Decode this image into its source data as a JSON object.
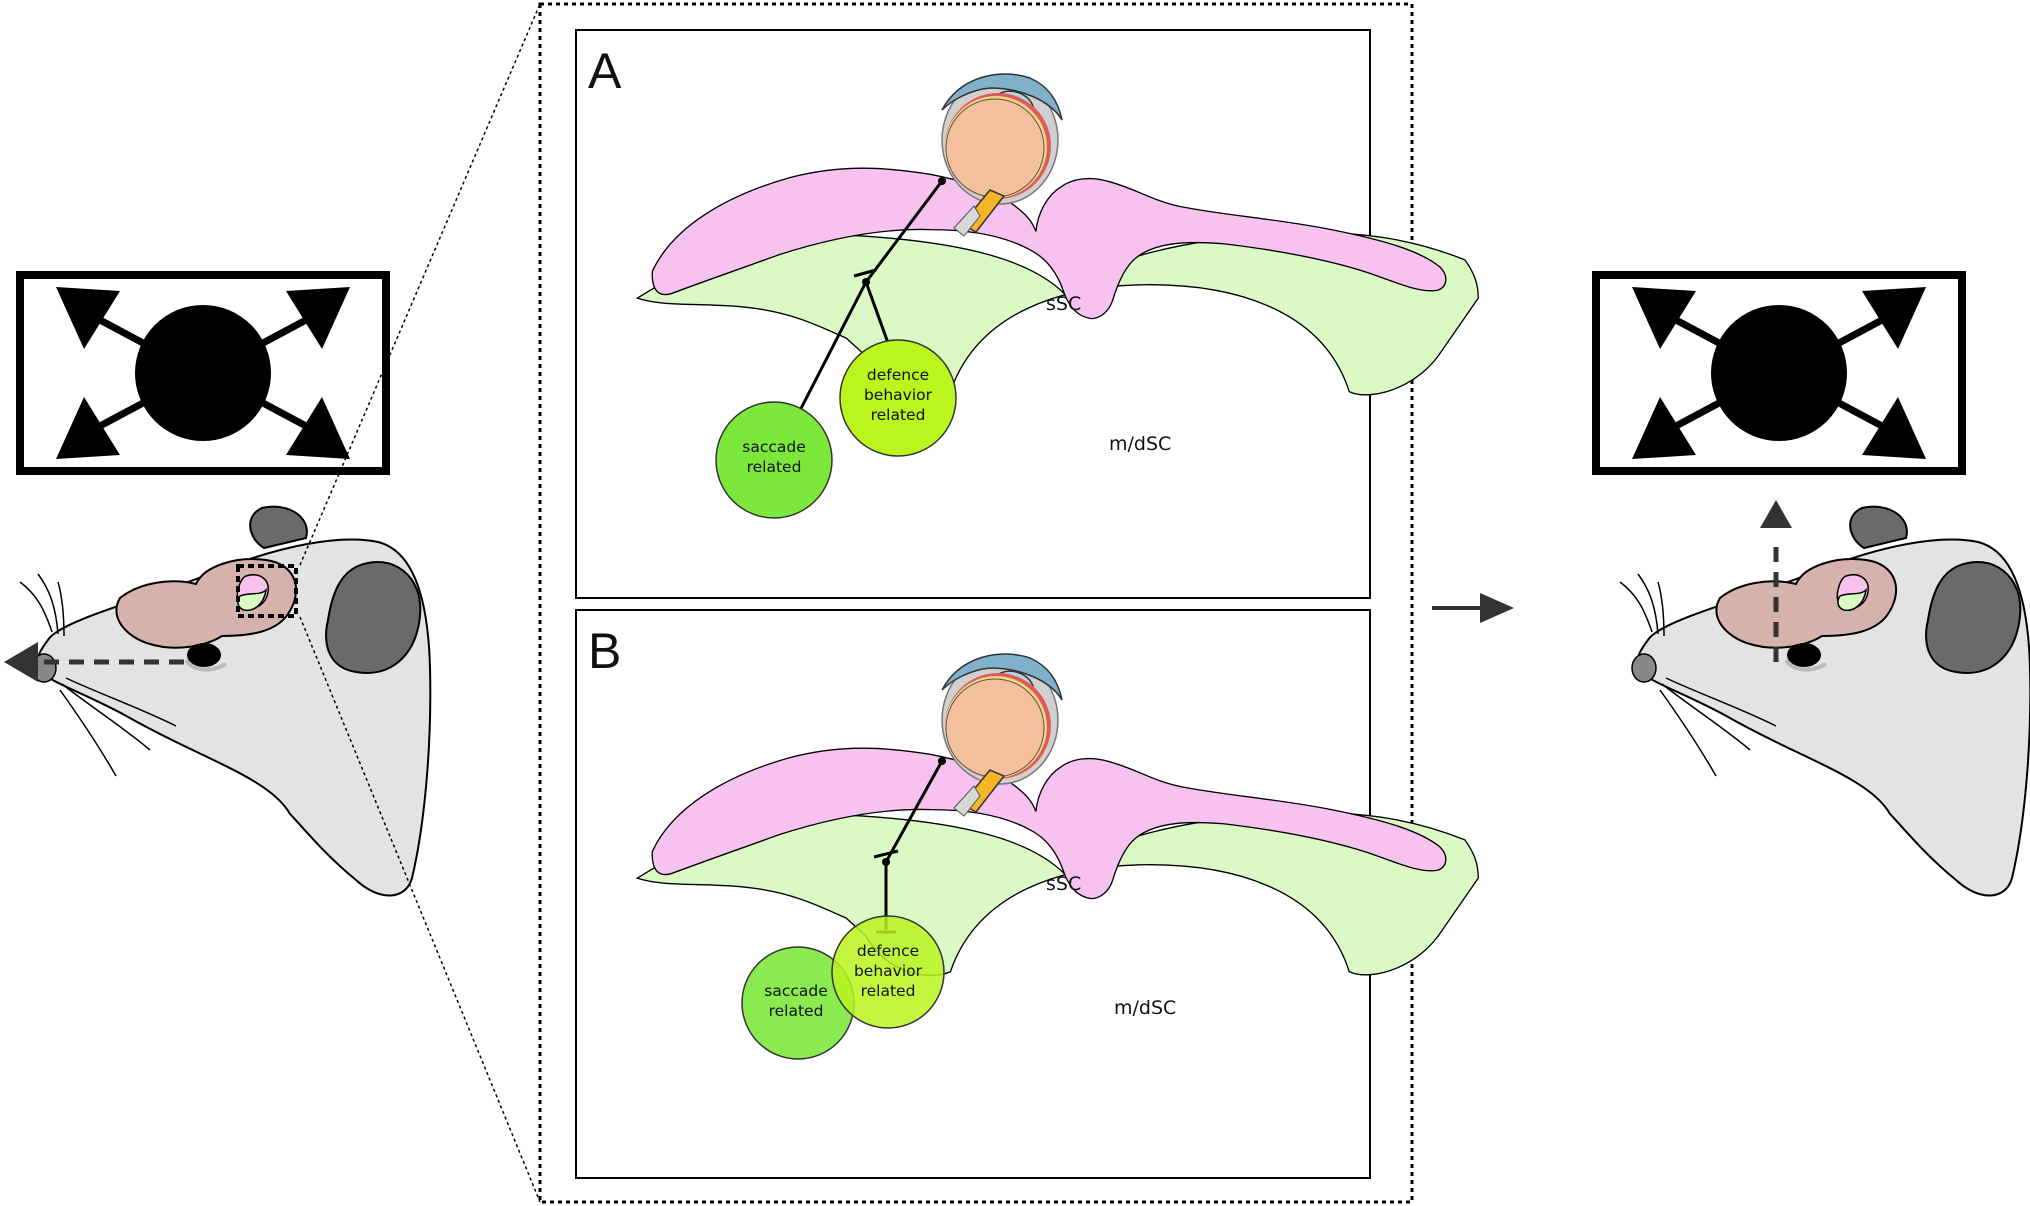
{
  "panels": {
    "a": {
      "letter": "A",
      "ssc_label": "sSC",
      "mdsc_label": "m/dSC",
      "saccade_label": [
        "saccade",
        "related"
      ],
      "defence_label": [
        "defence",
        "behavior",
        "related"
      ]
    },
    "b": {
      "letter": "B",
      "ssc_label": "sSC",
      "mdsc_label": "m/dSC",
      "saccade_label": [
        "saccade",
        "related"
      ],
      "defence_label": [
        "defence",
        "behavior",
        "related"
      ]
    }
  },
  "colors": {
    "ssc": "#f7c2f0",
    "mdsc": "#dbf9c5",
    "saccade_zone": "#7de83c",
    "defence_zone": "#baf51e",
    "brain": "#d5b2ab",
    "head": "#e3e3e3",
    "ear": "#6a6a6a",
    "eyeball": "#f4c09b",
    "cornea": "#7fb0cc",
    "optic_nerve": "#f5b526"
  },
  "icons": {
    "stimulus": "looming-stimulus-icon",
    "mouse": "mouse-head-icon",
    "eye": "eye-icon"
  }
}
